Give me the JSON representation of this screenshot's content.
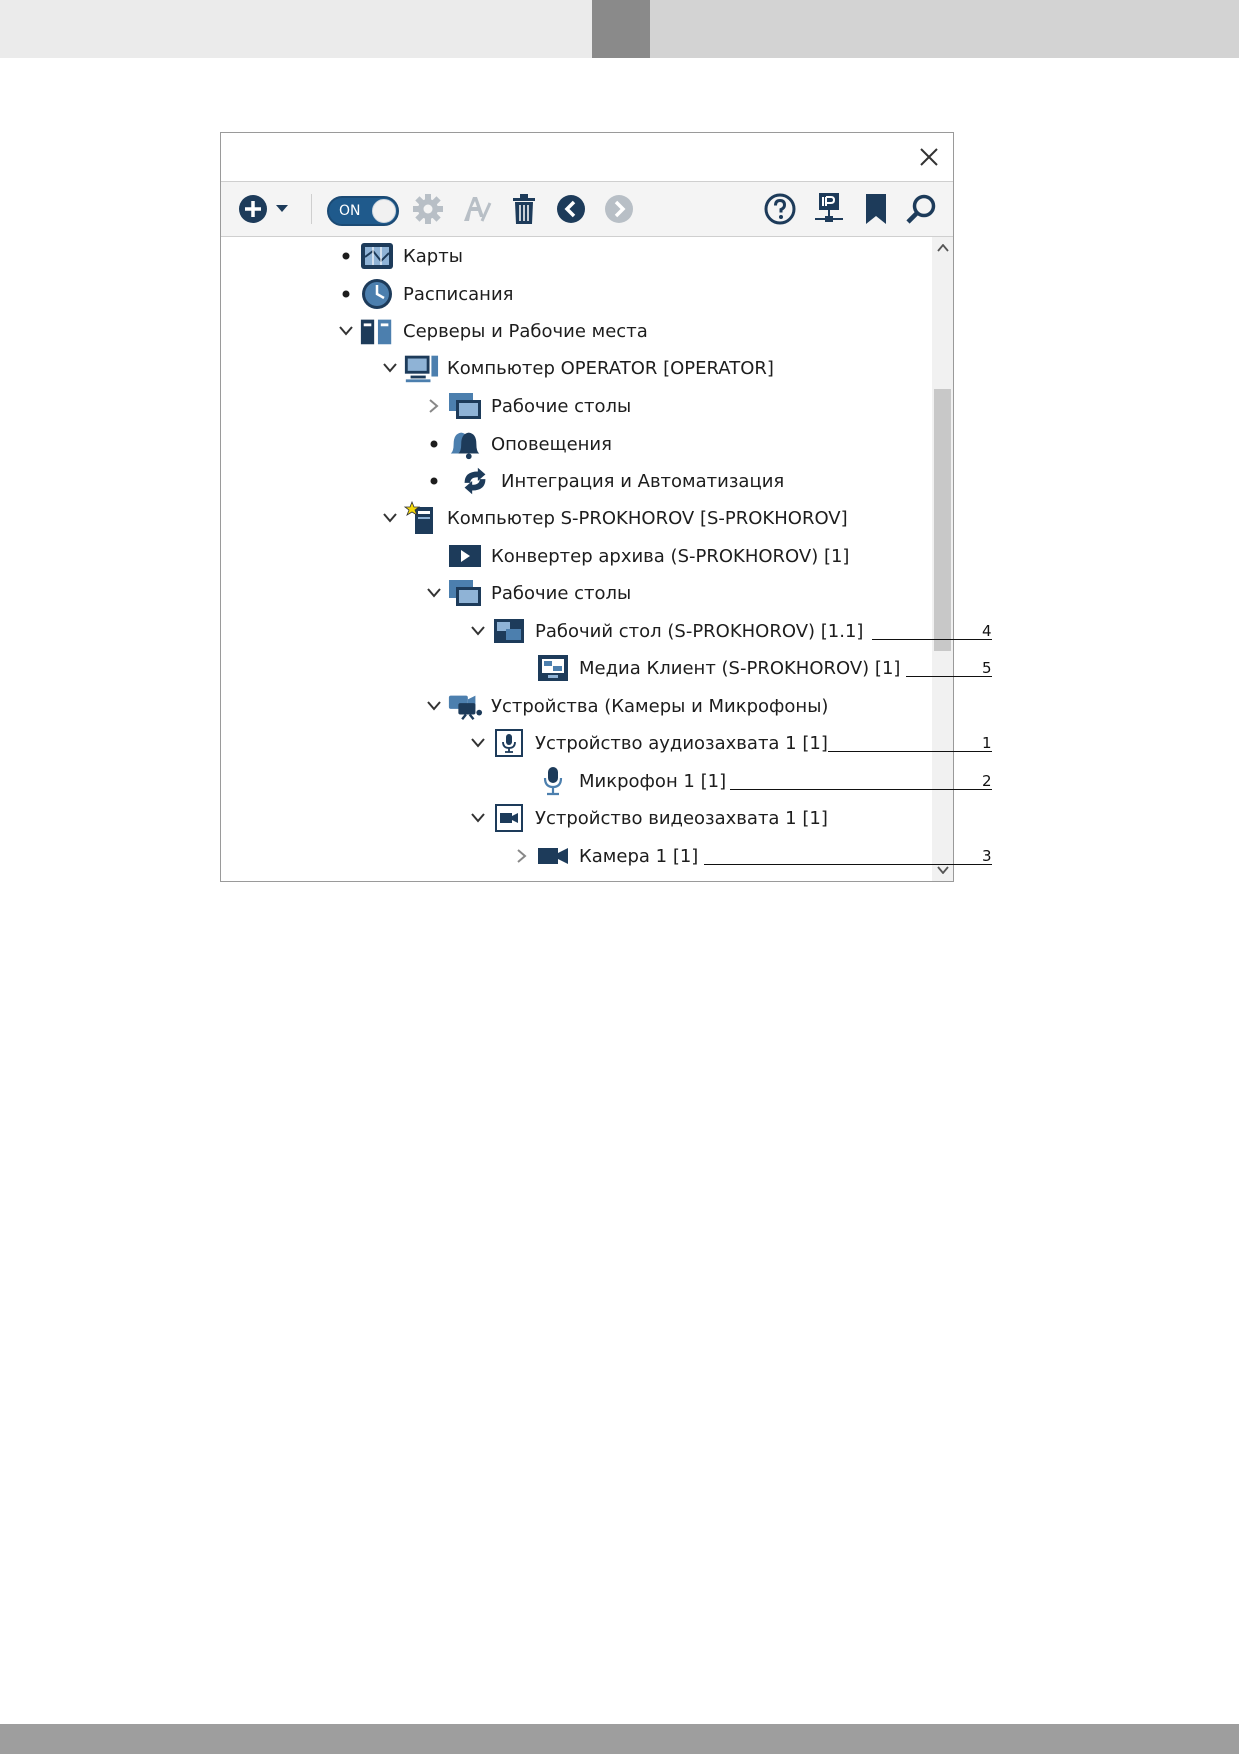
{
  "window": {
    "toolbar": {
      "toggle_label": "ON",
      "icons": [
        "add-icon",
        "dropdown-arrow-icon",
        "settings-icon",
        "rename-icon",
        "delete-icon",
        "back-icon",
        "forward-icon",
        "help-icon",
        "ip-network-icon",
        "bookmark-icon",
        "search-icon"
      ]
    },
    "tree": [
      {
        "label": "Карты",
        "icon": "map-icon"
      },
      {
        "label": "Расписания",
        "icon": "clock-icon"
      },
      {
        "label": "Серверы и Рабочие места",
        "icon": "servers-icon"
      },
      {
        "label": "Компьютер OPERATOR [OPERATOR]",
        "icon": "computer-icon"
      },
      {
        "label": "Рабочие столы",
        "icon": "desktops-icon"
      },
      {
        "label": "Оповещения",
        "icon": "bell-icon"
      },
      {
        "label": "Интеграция и Автоматизация",
        "icon": "sync-icon"
      },
      {
        "label": "Компьютер S-PROKHOROV [S-PROKHOROV]",
        "icon": "server-star-icon"
      },
      {
        "label": "Конвертер архива (S-PROKHOROV) [1]",
        "icon": "archive-converter-icon"
      },
      {
        "label": "Рабочие столы",
        "icon": "desktops-icon"
      },
      {
        "label": "Рабочий стол (S-PROKHOROV) [1.1]",
        "icon": "desktop-icon"
      },
      {
        "label": "Медиа Клиент (S-PROKHOROV) [1]",
        "icon": "media-client-icon"
      },
      {
        "label": "Устройства (Камеры и Микрофоны)",
        "icon": "devices-icon"
      },
      {
        "label": "Устройство аудиозахвата 1 [1]",
        "icon": "audio-capture-icon"
      },
      {
        "label": "Микрофон 1 [1]",
        "icon": "microphone-icon"
      },
      {
        "label": "Устройство видеозахвата 1 [1]",
        "icon": "video-capture-icon"
      },
      {
        "label": "Камера 1 [1]",
        "icon": "camera-icon"
      }
    ]
  },
  "callouts": [
    {
      "number": "4"
    },
    {
      "number": "5"
    },
    {
      "number": "1"
    },
    {
      "number": "2"
    },
    {
      "number": "3"
    }
  ],
  "colors": {
    "accent": "#1f5a8c",
    "icon_dark": "#1d3b5a",
    "icon_light": "#4c7fae",
    "disabled": "#b8bfc6"
  }
}
